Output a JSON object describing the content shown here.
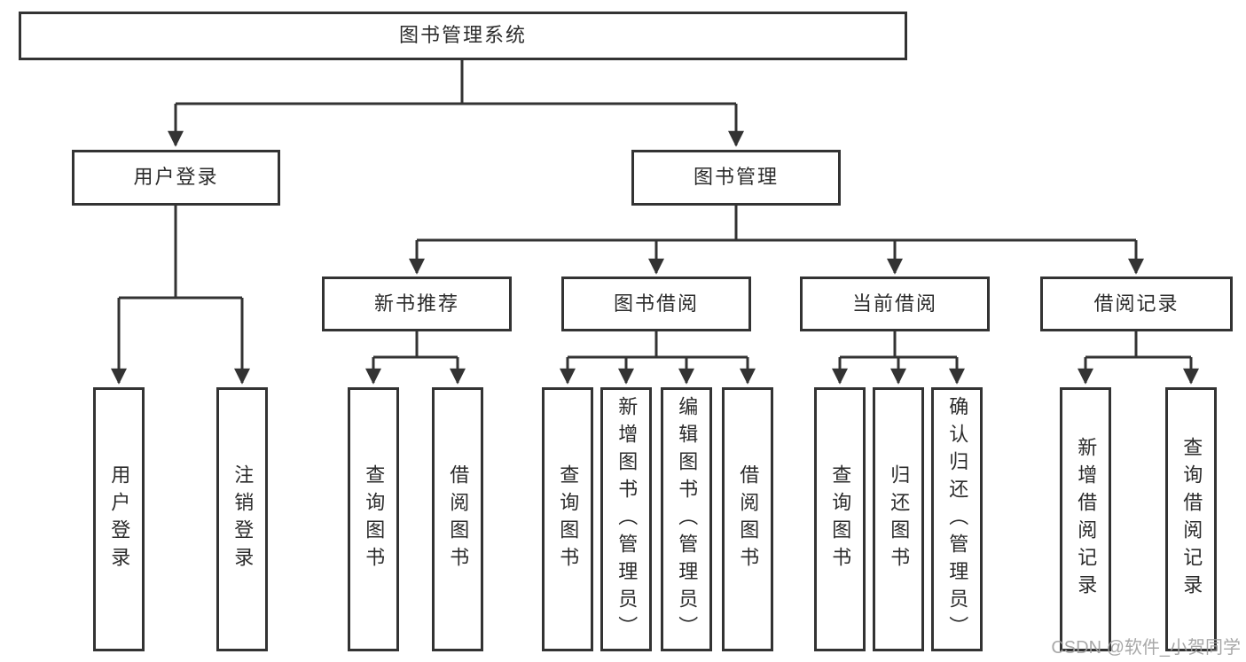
{
  "colors": {
    "line": "#333333",
    "text": "#2b2b2b",
    "box_background": "#ffffff",
    "watermark": "#9e9e9e"
  },
  "root": {
    "label": "图书管理系统"
  },
  "level2": {
    "user_login": {
      "label": "用户登录"
    },
    "book_management": {
      "label": "图书管理"
    }
  },
  "level3": {
    "new_book_recommend": {
      "label": "新书推荐"
    },
    "book_borrowing": {
      "label": "图书借阅"
    },
    "current_borrowing": {
      "label": "当前借阅"
    },
    "borrowing_records": {
      "label": "借阅记录"
    }
  },
  "leaves": {
    "user_login": {
      "label": "用户登录"
    },
    "logout": {
      "label": "注销登录"
    },
    "query_book_a": {
      "label": "查询图书"
    },
    "borrow_book_a": {
      "label": "借阅图书"
    },
    "query_book_b": {
      "label": "查询图书"
    },
    "add_book_admin": {
      "label": "新增图书（管理员）"
    },
    "edit_book_admin": {
      "label": "编辑图书（管理员）"
    },
    "borrow_book_b": {
      "label": "借阅图书"
    },
    "query_book_c": {
      "label": "查询图书"
    },
    "return_book": {
      "label": "归还图书"
    },
    "confirm_return_admin": {
      "label": "确认归还（管理员）"
    },
    "add_borrow_record": {
      "label": "新增借阅记录"
    },
    "query_borrow_record": {
      "label": "查询借阅记录"
    }
  },
  "watermark": {
    "text": "CSDN @软件_小贺同学"
  }
}
